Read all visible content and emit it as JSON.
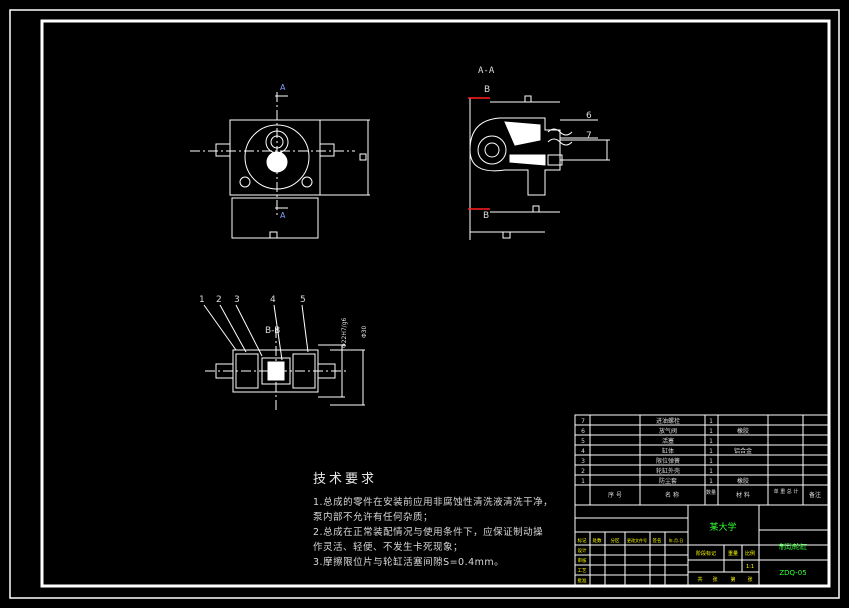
{
  "section_aa": "A-A",
  "section_bb": "B-B",
  "section_marks": {
    "a": "A",
    "b": "B"
  },
  "part_callouts": [
    "1",
    "2",
    "3",
    "4",
    "5",
    "6",
    "7"
  ],
  "dims": {
    "dia_fit": "Φ22H7/g6",
    "dia_30": "Φ30"
  },
  "tech": {
    "title": "技术要求",
    "lines": [
      "1.总成的零件在安装前应用非腐蚀性清洗液清洗干净，",
      "泵内部不允许有任何杂质；",
      "2.总成在正常装配情况与使用条件下，应保证制动操",
      "作灵活、轻便、不发生卡死现象；",
      "3.摩擦限位片与轮缸活塞间隙S=0.4mm。"
    ]
  },
  "bom": {
    "rows": [
      {
        "no": "7",
        "name": "进油螺栓",
        "qty": "1",
        "material": ""
      },
      {
        "no": "6",
        "name": "放气阀",
        "qty": "1",
        "material": "橡胶"
      },
      {
        "no": "5",
        "name": "活塞",
        "qty": "1",
        "material": ""
      },
      {
        "no": "4",
        "name": "缸体",
        "qty": "1",
        "material": "铝合金"
      },
      {
        "no": "3",
        "name": "限位弹簧",
        "qty": "1",
        "material": ""
      },
      {
        "no": "2",
        "name": "轮缸外壳",
        "qty": "1",
        "material": ""
      },
      {
        "no": "1",
        "name": "防尘套",
        "qty": "1",
        "material": "橡胶"
      }
    ],
    "header": {
      "no": "序 号",
      "name": "名 称",
      "qty": "数量",
      "material": "材 料",
      "weight": "单 重 总 计",
      "note": "备注"
    }
  },
  "title_block": {
    "school": "某大学",
    "drawing_name": "制动轮缸",
    "drawing_no": "ZDQ-05",
    "signature_labels": [
      "标记",
      "处数",
      "分区",
      "更改文件号",
      "签名",
      "年.月.日"
    ],
    "role_labels": [
      "设计",
      "审核",
      "工艺",
      "批准"
    ],
    "stage_labels": [
      "阶段标记",
      "重量",
      "比例"
    ],
    "sheet_info": [
      "共",
      "张",
      "第",
      "张"
    ],
    "scale": "1:1"
  },
  "colors": {
    "bg": "#000000",
    "line": "#ffffff",
    "red": "#ff2020",
    "yellow": "#ffff00",
    "green": "#33ff33",
    "cyan": "#00ffff"
  }
}
